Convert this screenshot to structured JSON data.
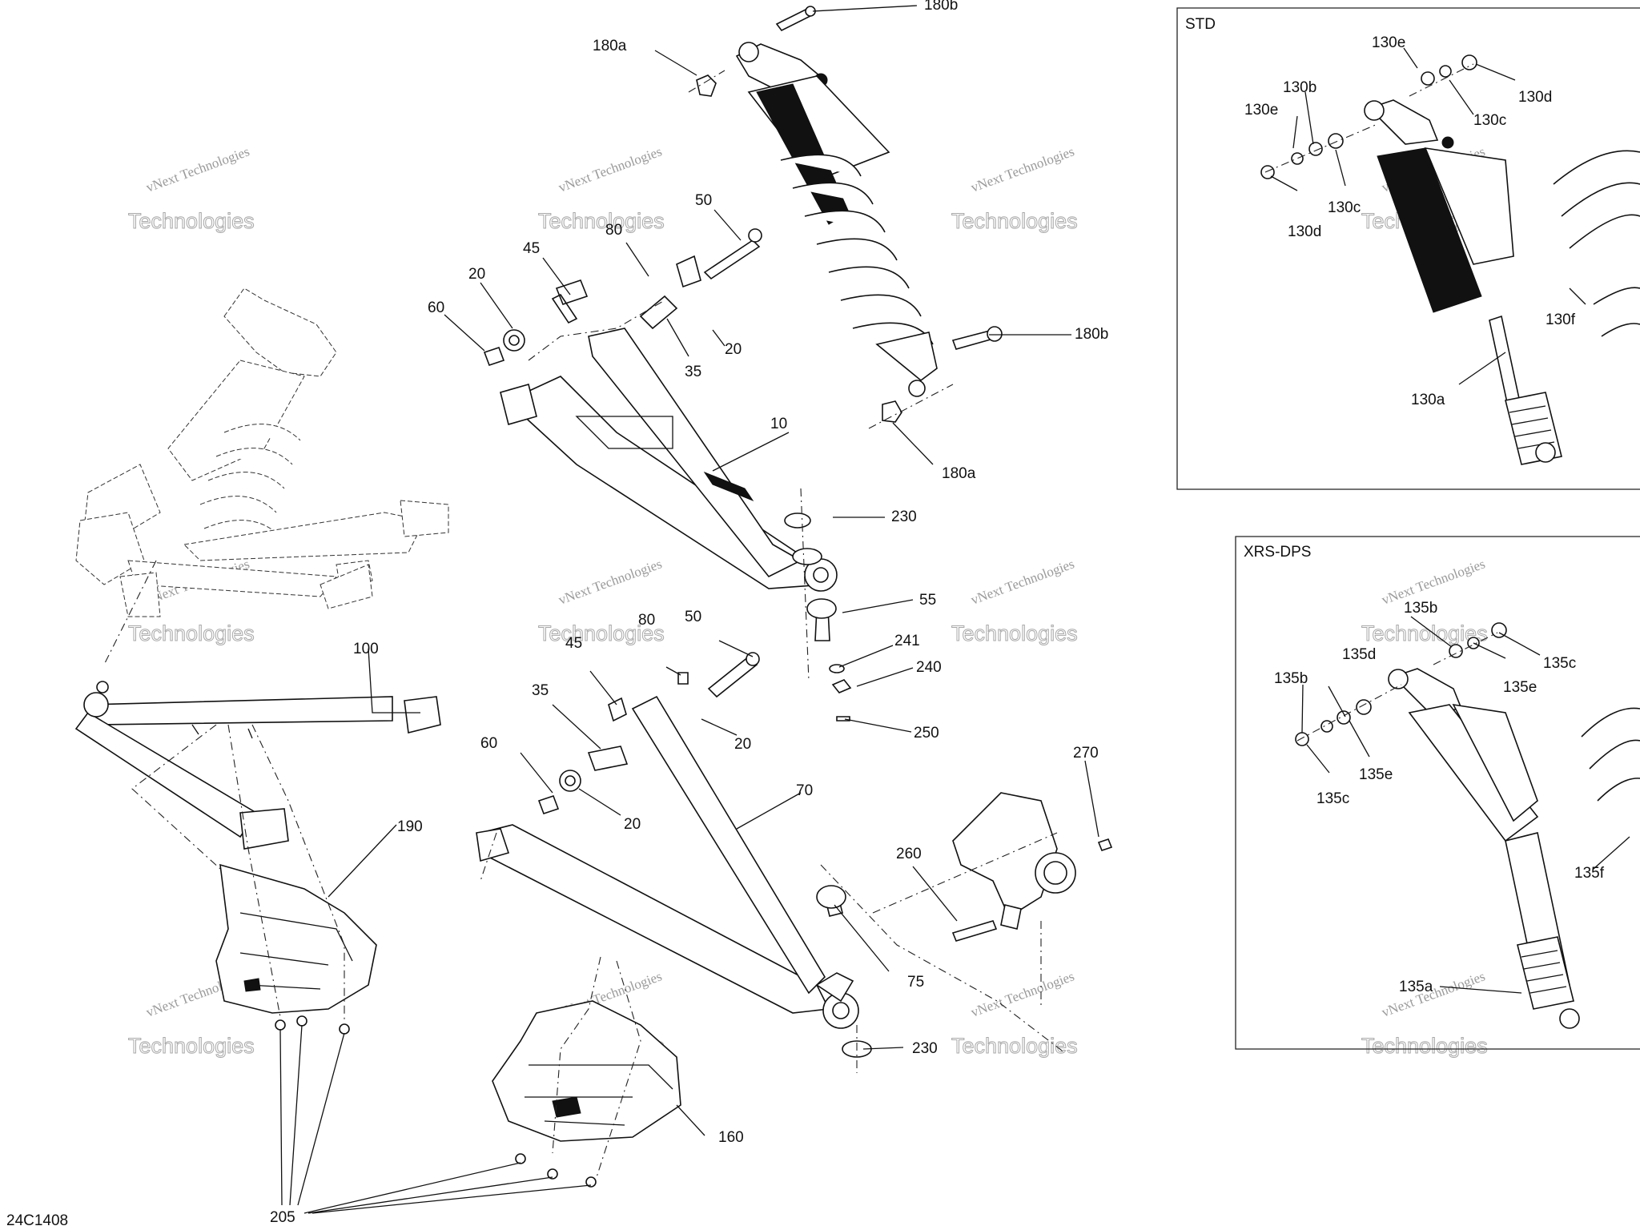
{
  "drawing_code": "24C1408",
  "insets": [
    {
      "title": "STD"
    },
    {
      "title": "XRS-DPS"
    }
  ],
  "callouts": [
    "180b",
    "180a",
    "80",
    "50",
    "45",
    "20",
    "60",
    "35",
    "20",
    "10",
    "230",
    "180b",
    "180a",
    "55",
    "241",
    "240",
    "250",
    "100",
    "80",
    "50",
    "45",
    "35",
    "60",
    "20",
    "20",
    "70",
    "190",
    "270",
    "260",
    "75",
    "230",
    "160",
    "205",
    "130e",
    "130b",
    "130e",
    "130d",
    "130c",
    "130c",
    "130d",
    "130f",
    "130a",
    "135b",
    "135d",
    "135b",
    "135c",
    "135e",
    "135e",
    "135c",
    "135f",
    "135a"
  ],
  "watermark": {
    "line1": "vNext Technologies",
    "line2": "Technologies"
  }
}
